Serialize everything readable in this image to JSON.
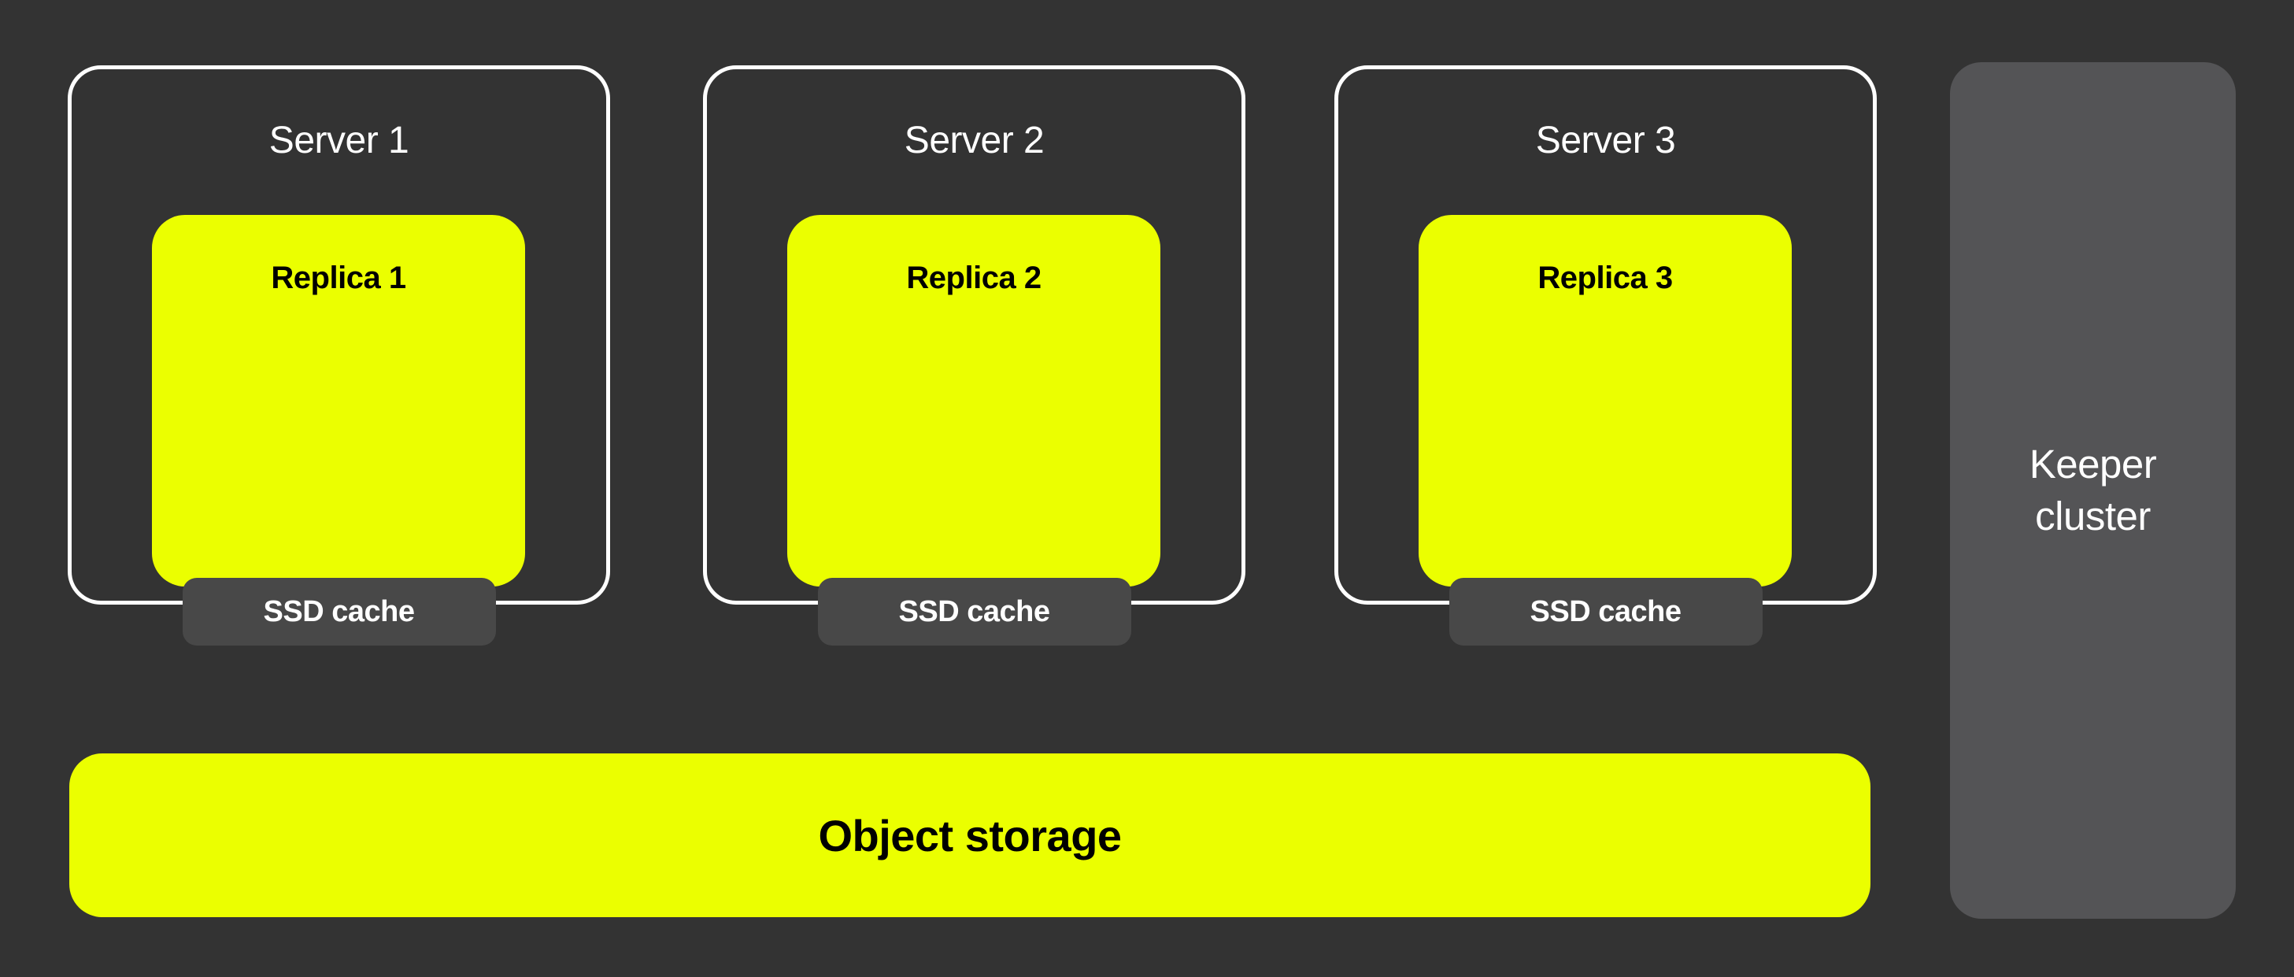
{
  "colors": {
    "background": "#333333",
    "accent_yellow": "#EBFF00",
    "cache_gray": "#484848",
    "keeper_gray": "#545456",
    "border_white": "#FFFFFF",
    "text_light": "#FFFFFF",
    "text_dark": "#000000"
  },
  "servers": [
    {
      "label": "Server 1",
      "replica": "Replica 1",
      "cache": "SSD cache"
    },
    {
      "label": "Server 2",
      "replica": "Replica 2",
      "cache": "SSD cache"
    },
    {
      "label": "Server 3",
      "replica": "Replica 3",
      "cache": "SSD cache"
    }
  ],
  "keeper": {
    "lines": [
      "Keeper",
      "cluster"
    ]
  },
  "object_storage": {
    "label": "Object storage"
  }
}
